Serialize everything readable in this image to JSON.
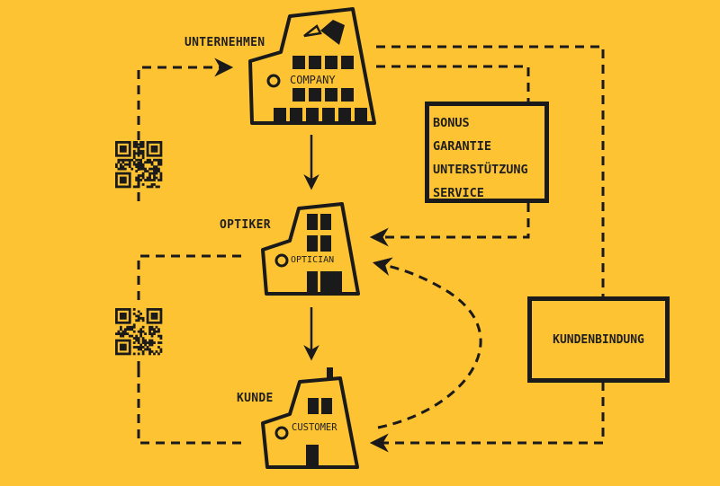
{
  "colors": {
    "background": "#FDC332",
    "ink": "#1a1a1a"
  },
  "nodes": {
    "company": {
      "label": "UNTERNEHMEN",
      "building_text": "COMPANY",
      "icon": "company-building-icon"
    },
    "optician": {
      "label": "OPTIKER",
      "building_text": "OPTICIAN",
      "icon": "optician-building-icon"
    },
    "customer": {
      "label": "KUNDE",
      "building_text": "CUSTOMER",
      "icon": "customer-building-icon"
    }
  },
  "benefits_box": {
    "items": [
      "BONUS",
      "GARANTIE",
      "UNTERSTÜTZUNG",
      "SERVICE"
    ]
  },
  "loyalty_box": {
    "label": "KUNDENBINDUNG"
  },
  "qr_codes": [
    {
      "icon": "qr-code-icon"
    },
    {
      "icon": "qr-code-icon"
    }
  ]
}
